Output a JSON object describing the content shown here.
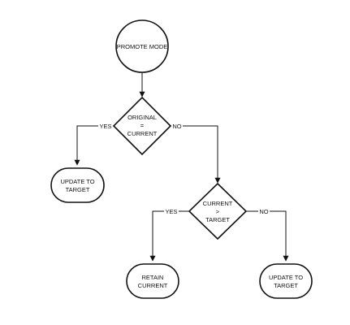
{
  "colors": {
    "stroke": "#111111",
    "fill": "#ffffff",
    "background": "#ffffff"
  },
  "nodes": {
    "start": {
      "shape": "circle",
      "lines": [
        "PROMOTE MODE"
      ]
    },
    "decision_original": {
      "shape": "diamond",
      "lines": [
        "ORIGINAL",
        "=",
        "CURRENT"
      ]
    },
    "update_target_left": {
      "shape": "terminal",
      "lines": [
        "UPDATE TO",
        "TARGET"
      ]
    },
    "decision_current": {
      "shape": "diamond",
      "lines": [
        "CURRENT",
        ">",
        "TARGET"
      ]
    },
    "retain_current": {
      "shape": "terminal",
      "lines": [
        "RETAIN",
        "CURRENT"
      ]
    },
    "update_target_right": {
      "shape": "terminal",
      "lines": [
        "UPDATE TO",
        "TARGET"
      ]
    }
  },
  "edges": {
    "start_to_original": {
      "from": "start",
      "to": "decision_original",
      "label": ""
    },
    "original_yes": {
      "from": "decision_original",
      "to": "update_target_left",
      "label": "YES"
    },
    "original_no": {
      "from": "decision_original",
      "to": "decision_current",
      "label": "NO"
    },
    "current_yes": {
      "from": "decision_current",
      "to": "retain_current",
      "label": "YES"
    },
    "current_no": {
      "from": "decision_current",
      "to": "update_target_right",
      "label": "NO"
    }
  }
}
